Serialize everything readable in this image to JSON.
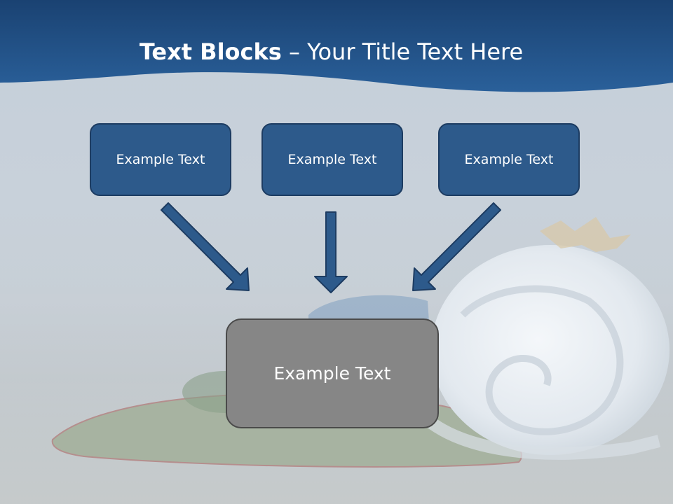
{
  "slide": {
    "title_bold": "Text Blocks",
    "title_rest": " – Your Title Text Here",
    "blocks": [
      "Example Text",
      "Example Text",
      "Example Text"
    ],
    "center_block": "Example Text"
  },
  "colors": {
    "header": "#1f4f82",
    "box_fill": "#2d5a8b",
    "box_border": "#1d3c62",
    "center_fill": "#868686",
    "arrow": "#2d5a8b"
  }
}
